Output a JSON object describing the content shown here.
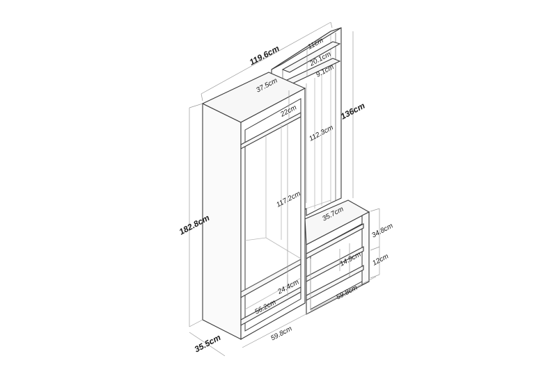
{
  "diagram": {
    "type": "furniture-dimension-drawing",
    "subject": "hallway wardrobe with open hanging section and shoe bench",
    "line_color": "#3a3a3a",
    "dimension_line_color": "#9a9a9a",
    "background": "#ffffff"
  },
  "dimensions": {
    "total_width": "119.6cm",
    "total_height": "182.8cm",
    "depth": "35.5cm",
    "top_cabinet_depth": "37.5cm",
    "top_shelf_gap": "22cm",
    "hanging_height_left": "117.2cm",
    "bottom_shelf_gap_left": "24.4cm",
    "inner_width_left": "56.2cm",
    "width_left_unit": "59.8cm",
    "width_right_unit": "59.8cm",
    "right_top_panel": "11cm",
    "right_shelf_gap": "20.1cm",
    "right_shelf_depth": "9.1cm",
    "right_hanging_height": "112.3cm",
    "right_back_height": "136cm",
    "bench_depth": "35.7cm",
    "bench_height": "34.8cm",
    "bench_shelf_gap": "14.9cm",
    "bench_plinth": "12cm"
  }
}
